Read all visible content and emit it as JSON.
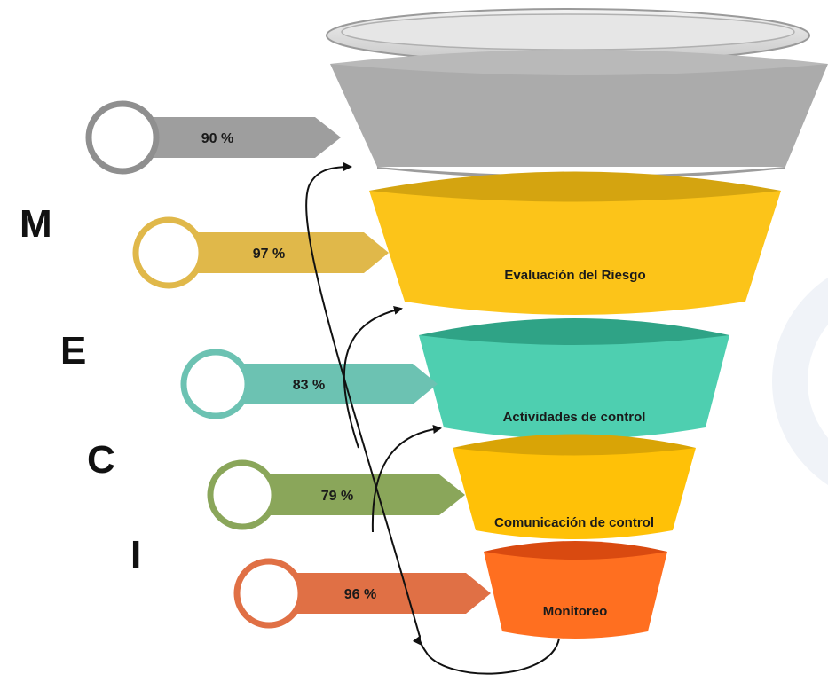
{
  "letters": [
    "M",
    "E",
    "C",
    "I"
  ],
  "levels": [
    {
      "label": "",
      "percent": "90 %",
      "color": "#a9a9a9",
      "top_color": "#bdbdbd",
      "tag_color": "#9e9e9e"
    },
    {
      "label": "Evaluación del Riesgo",
      "percent": "97 %",
      "color": "#fcc419",
      "top_color": "#d4a410",
      "tag_color": "#e0b84a"
    },
    {
      "label": "Actividades de control",
      "percent": "83 %",
      "color": "#4ecfb0",
      "top_color": "#2fa386",
      "tag_color": "#6cc2b2"
    },
    {
      "label": "Comunicación de control",
      "percent": "79 %",
      "color": "#ffc107",
      "top_color": "#d9a406",
      "tag_color": "#8aa65a"
    },
    {
      "label": "Monitoreo",
      "percent": "96 %",
      "color": "#ff6f20",
      "top_color": "#d94a10",
      "tag_color": "#e07045"
    }
  ]
}
